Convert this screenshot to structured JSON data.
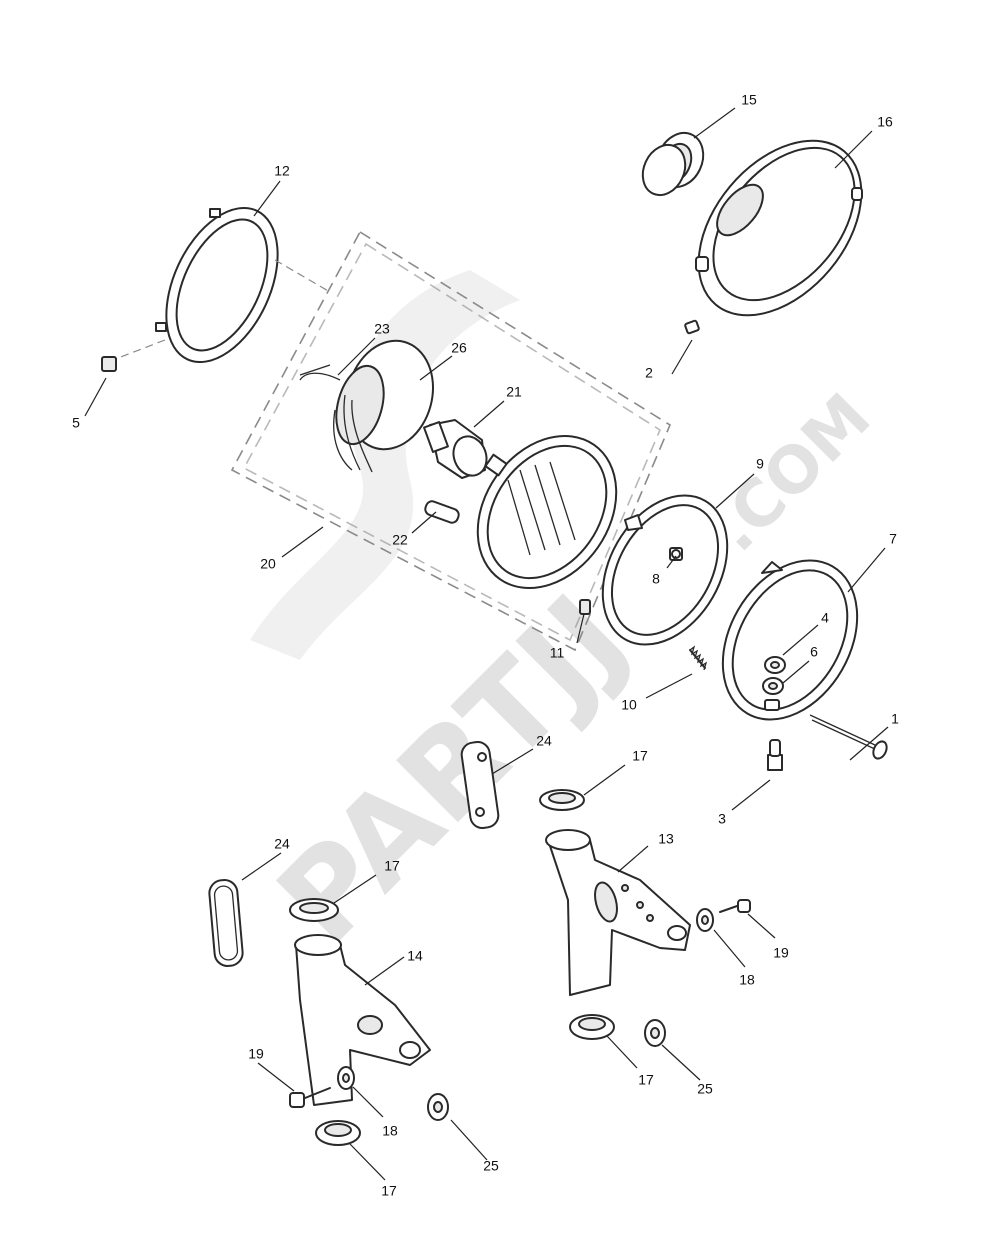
{
  "watermark": {
    "brand": "PARTJJ",
    "domain": ".COM"
  },
  "callouts": [
    {
      "id": "c1",
      "label": "1"
    },
    {
      "id": "c2",
      "label": "2"
    },
    {
      "id": "c3",
      "label": "3"
    },
    {
      "id": "c4",
      "label": "4"
    },
    {
      "id": "c5",
      "label": "5"
    },
    {
      "id": "c6",
      "label": "6"
    },
    {
      "id": "c7",
      "label": "7"
    },
    {
      "id": "c8",
      "label": "8"
    },
    {
      "id": "c9",
      "label": "9"
    },
    {
      "id": "c10",
      "label": "10"
    },
    {
      "id": "c11",
      "label": "11"
    },
    {
      "id": "c12",
      "label": "12"
    },
    {
      "id": "c13",
      "label": "13"
    },
    {
      "id": "c14",
      "label": "14"
    },
    {
      "id": "c15",
      "label": "15"
    },
    {
      "id": "c16",
      "label": "16"
    },
    {
      "id": "c17a",
      "label": "17"
    },
    {
      "id": "c17b",
      "label": "17"
    },
    {
      "id": "c17c",
      "label": "17"
    },
    {
      "id": "c17d",
      "label": "17"
    },
    {
      "id": "c18a",
      "label": "18"
    },
    {
      "id": "c18b",
      "label": "18"
    },
    {
      "id": "c19a",
      "label": "19"
    },
    {
      "id": "c19b",
      "label": "19"
    },
    {
      "id": "c20",
      "label": "20"
    },
    {
      "id": "c21",
      "label": "21"
    },
    {
      "id": "c22",
      "label": "22"
    },
    {
      "id": "c23",
      "label": "23"
    },
    {
      "id": "c24a",
      "label": "24"
    },
    {
      "id": "c24b",
      "label": "24"
    },
    {
      "id": "c25a",
      "label": "25"
    },
    {
      "id": "c25b",
      "label": "25"
    },
    {
      "id": "c26",
      "label": "26"
    }
  ]
}
